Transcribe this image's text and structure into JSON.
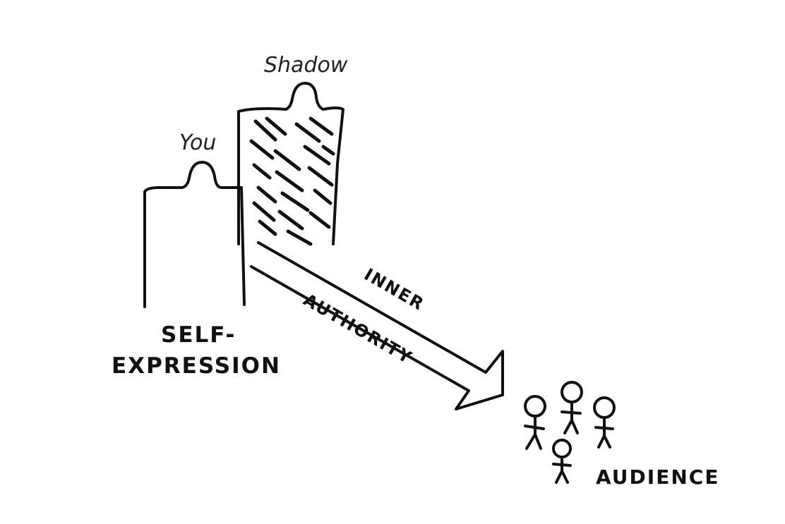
{
  "labels": {
    "shadow": "Shadow",
    "you": "You",
    "self_expression_line1": "SELF-",
    "self_expression_line2": "EXPRESSION",
    "arrow_top": "INNER",
    "arrow_bottom": "AUTHORITY",
    "audience": "AUDIENCE"
  },
  "colors": {
    "ink": "#111111",
    "background": "#ffffff"
  }
}
